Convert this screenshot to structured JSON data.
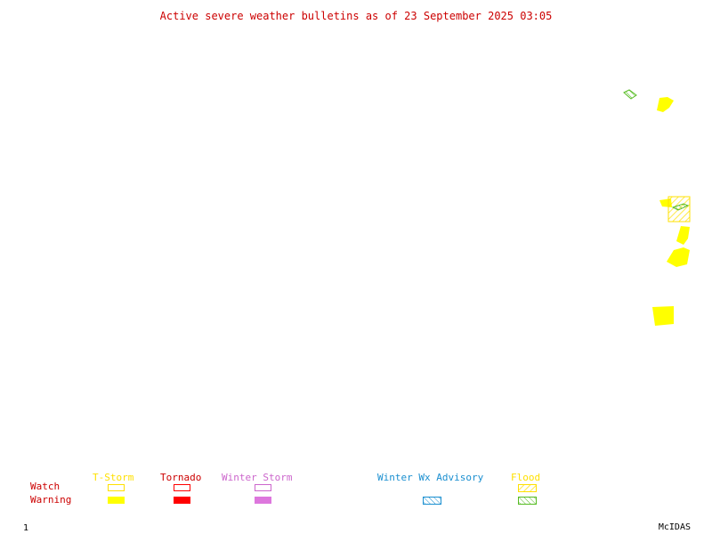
{
  "title": "Active severe weather bulletins as of 23 September 2025 03:05",
  "legend": {
    "row_labels": {
      "watch": "Watch",
      "warning": "Warning"
    },
    "categories": {
      "tstorm": {
        "label": "T-Storm",
        "color": "#ffff00"
      },
      "tornado": {
        "label": "Tornado",
        "color": "#ff0000"
      },
      "winter_storm": {
        "label": "Winter Storm",
        "color": "#dd77dd"
      },
      "winter_wx_advisory": {
        "label": "Winter Wx Advisory",
        "color": "#1a8fd0"
      },
      "flood": {
        "label": "Flood",
        "color": "#66cc22"
      }
    }
  },
  "footer": {
    "frame_number": "1",
    "brand": "McIDAS"
  }
}
